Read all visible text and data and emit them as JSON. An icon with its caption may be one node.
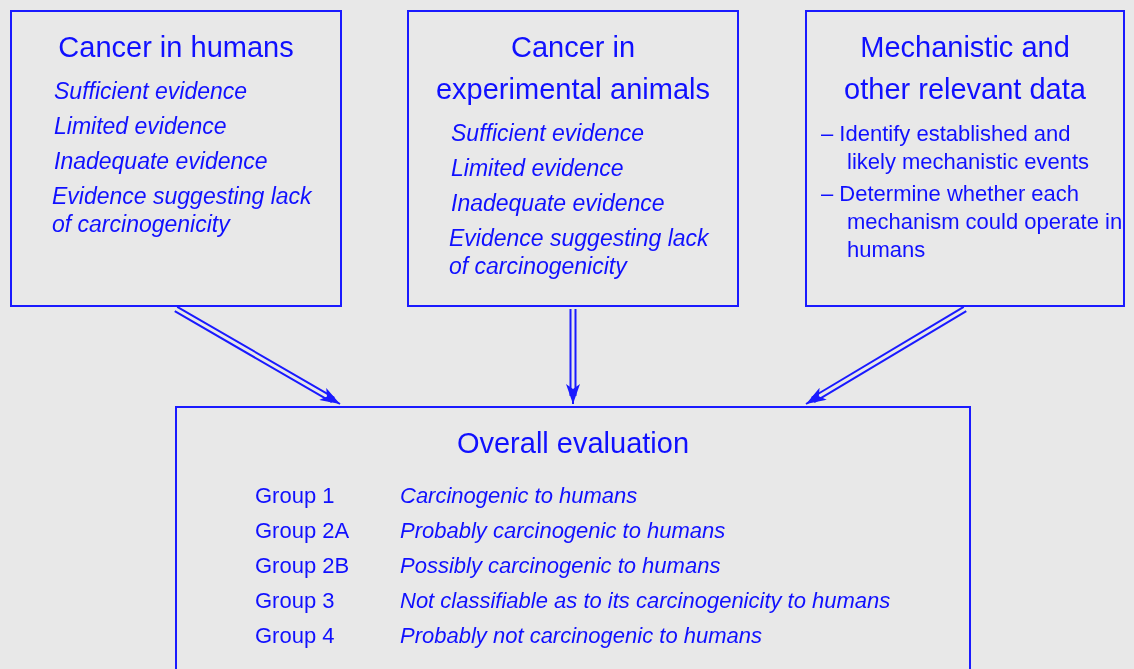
{
  "diagram": {
    "nodes": [
      {
        "text": [
          "Cancer in humans",
          "Sufficient evidence",
          "Limited evidence",
          "Inadequate evidence",
          "Evidence suggesting lack of carcinogenicity"
        ]
      },
      {
        "text": [
          "Cancer in experimental animals",
          "Sufficient evidence",
          "Limited evidence",
          "Inadequate evidence",
          "Evidence suggesting lack of carcinogenicity"
        ]
      },
      {
        "text": [
          "Mechanistic and other relevant data",
          "– Identify established and likely mechanistic events",
          "– Determine whether each mechanism could operate in humans"
        ]
      },
      {
        "text": [
          "Overall evaluation",
          "Group 1",
          "Carcinogenic to humans",
          "Group 2A",
          "Probably carcinogenic to humans",
          "Group 2B",
          "Possibly carcinogenic to humans",
          "Group 3",
          "Not classifiable as to its carcinogenicity to humans",
          "Group 4",
          "Probably not carcinogenic to humans"
        ]
      }
    ],
    "edges": [
      {
        "from": 0,
        "to": 3,
        "arrow": "to"
      },
      {
        "from": 1,
        "to": 3,
        "arrow": "to"
      },
      {
        "from": 2,
        "to": 3,
        "arrow": "to"
      }
    ]
  }
}
